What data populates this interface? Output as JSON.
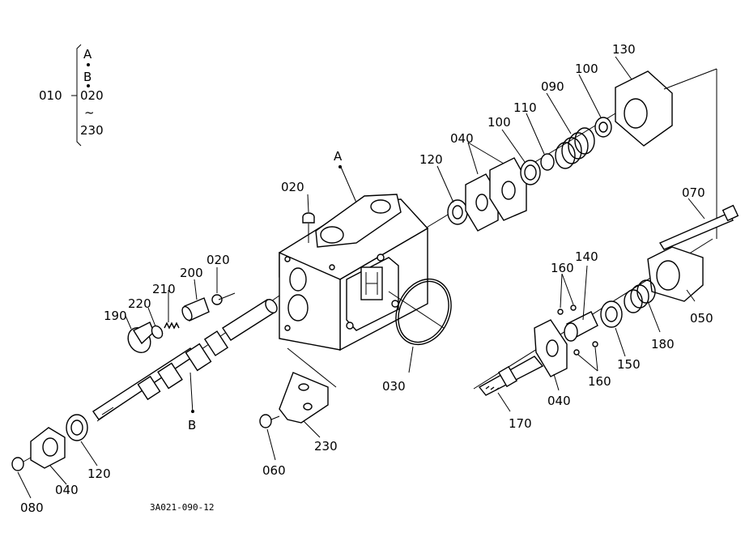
{
  "legend": {
    "group": "010",
    "a": "A",
    "b": "B",
    "start": "020",
    "tilde": "~",
    "end": "230"
  },
  "labels": {
    "A": "A",
    "B": "B",
    "p020a": "020",
    "p020b": "020",
    "p030": "030",
    "p040a": "040",
    "p040b": "040",
    "p040c": "040",
    "p050": "050",
    "p060": "060",
    "p070": "070",
    "p080": "080",
    "p090": "090",
    "p100a": "100",
    "p100b": "100",
    "p110": "110",
    "p120a": "120",
    "p120b": "120",
    "p130": "130",
    "p140": "140",
    "p150": "150",
    "p160a": "160",
    "p160b": "160",
    "p170": "170",
    "p180": "180",
    "p190": "190",
    "p200": "200",
    "p210": "210",
    "p220": "220",
    "p230": "230"
  },
  "drawing_code": "3A021-090-12"
}
